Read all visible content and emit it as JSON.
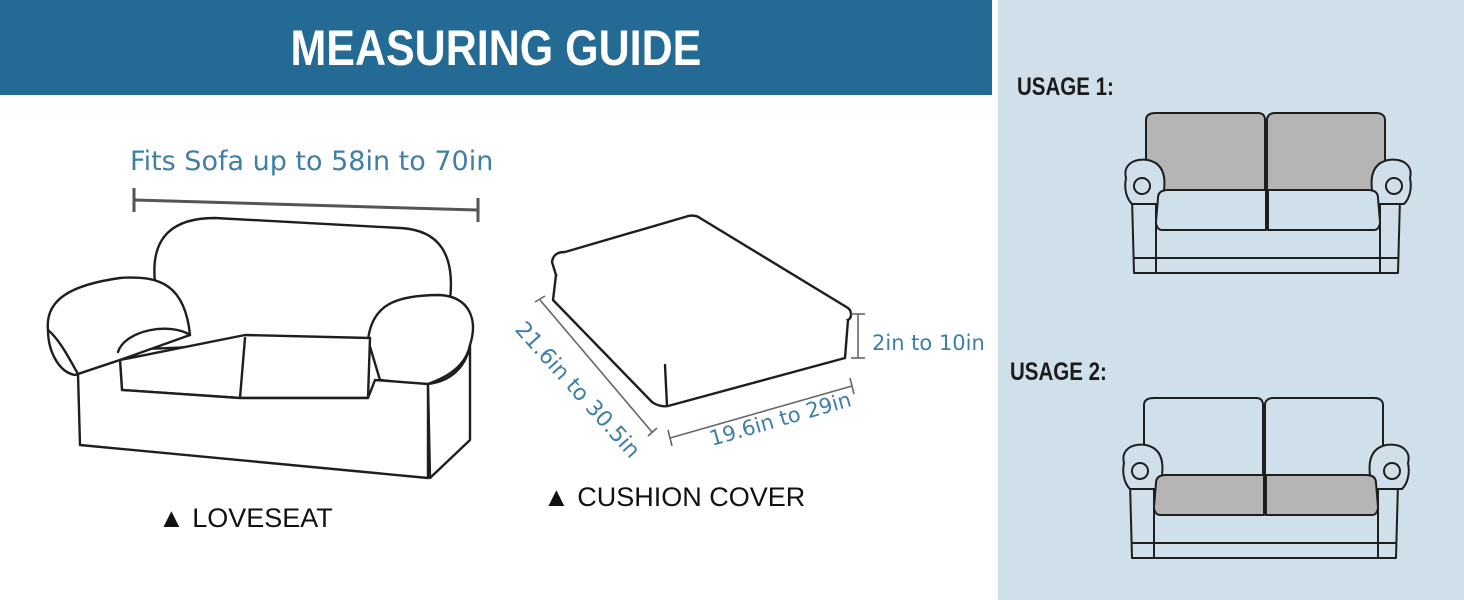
{
  "header": {
    "title": "MEASURING GUIDE"
  },
  "loveseat": {
    "width_label": "Fits Sofa up to 58in to 70in",
    "caption": "▲ LOVESEAT"
  },
  "cushion": {
    "length_label": "21.6in to 30.5in",
    "width_label": "19.6in to 29in",
    "height_label": "2in to 10in",
    "caption": "▲ CUSHION COVER"
  },
  "usages": [
    {
      "label": "USAGE 1:",
      "highlight": "back-cushions"
    },
    {
      "label": "USAGE 2:",
      "highlight": "seat-cushions"
    }
  ],
  "colors": {
    "banner": "#236a94",
    "panel": "#cfe0ea",
    "dimension_text": "#3f7fa6",
    "highlight_fill": "#b5b5b5",
    "outline": "#1e1e1e"
  }
}
